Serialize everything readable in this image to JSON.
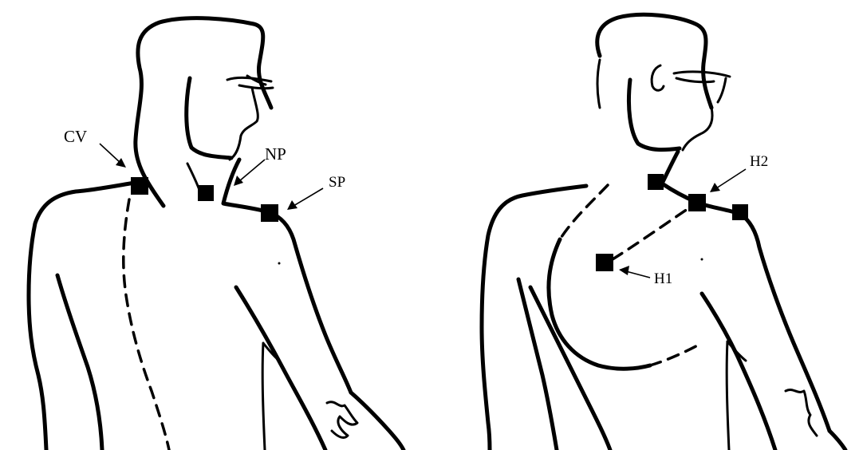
{
  "diagrams": [
    {
      "labels": {
        "cv": "CV",
        "np": "NP",
        "sp": "SP"
      }
    },
    {
      "labels": {
        "h2": "H2",
        "h1": "H1"
      }
    }
  ],
  "colors": {
    "line": "#000000",
    "marker": "#000000",
    "background": "#ffffff"
  }
}
